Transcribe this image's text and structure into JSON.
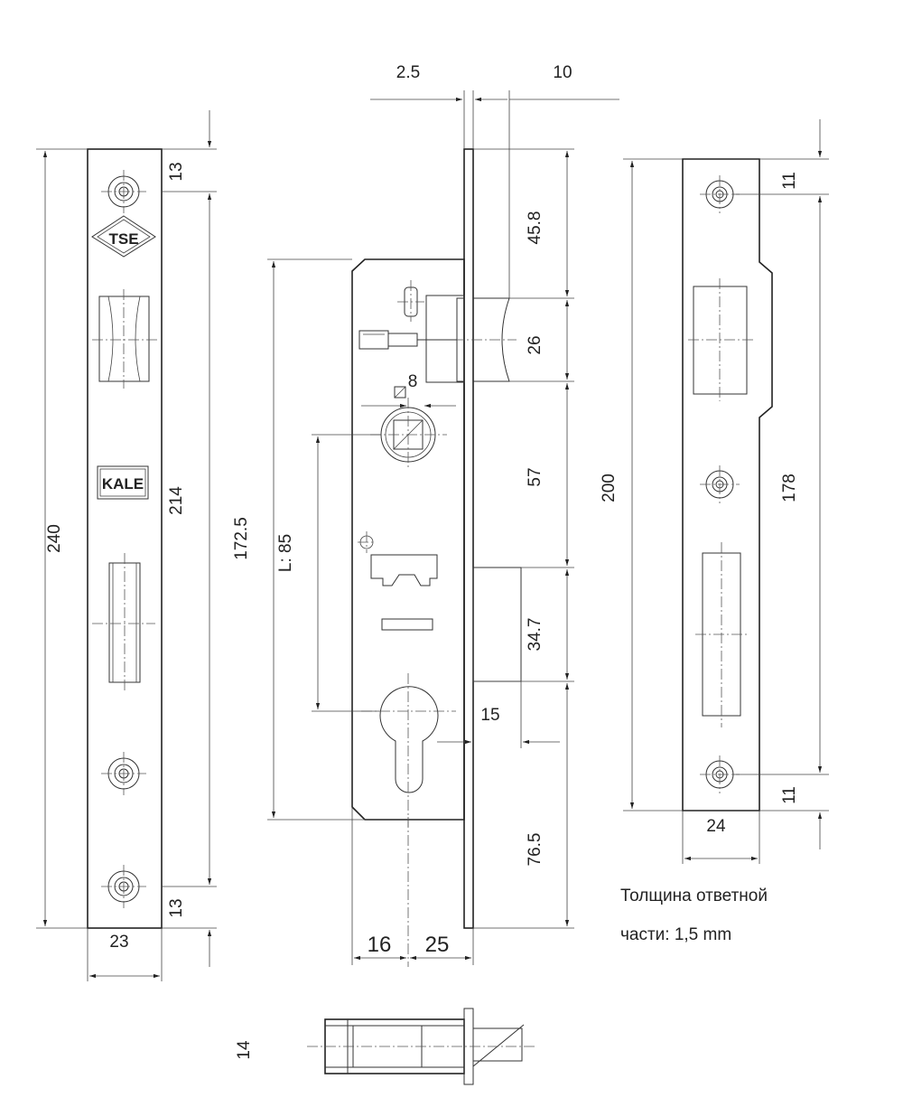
{
  "dimensions": {
    "faceplate": {
      "total_length": "240",
      "screw_spacing": "214",
      "screw_offset_top": "13",
      "screw_offset_bottom": "13",
      "width": "23"
    },
    "lock_body": {
      "plate_thickness": "2.5",
      "latch_projection": "10",
      "case_height": "172.5",
      "backset_to_handle_axis": "L: 85",
      "spindle_square": "8",
      "top_to_latch": "45.8",
      "latch_height": "26",
      "latch_to_bolt": "57",
      "bolt_height": "34.7",
      "bolt_throw": "15",
      "bottom_offset": "76.5",
      "overall_plate": "200",
      "backset": "25",
      "case_offset": "16",
      "case_depth": "14"
    },
    "strike_plate": {
      "offset_top": "11",
      "hole_spacing": "178",
      "offset_bottom": "11",
      "width": "24"
    }
  },
  "logos": {
    "certification": "TSE",
    "brand": "KALE"
  },
  "note": {
    "line1": "Толщина ответной",
    "line2": "части: 1,5 mm"
  }
}
